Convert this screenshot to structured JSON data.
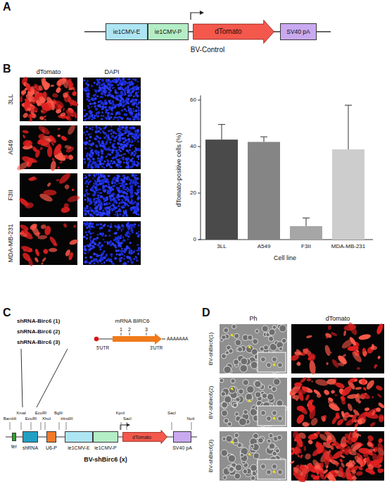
{
  "diagram": {
    "nodes": [
      {
        "text": [
          "ie1CMV-E"
        ]
      },
      {
        "text": [
          "ie1CMV-P"
        ]
      },
      {
        "text": [
          "dTomato"
        ]
      },
      {
        "text": [
          "SV40 pA"
        ]
      },
      {
        "text": [
          "ter"
        ]
      },
      {
        "text": [
          "shRNA"
        ]
      },
      {
        "text": [
          "U6-P"
        ]
      },
      {
        "text": [
          "ie1CMV-E"
        ]
      },
      {
        "text": [
          "ie1CMV-P"
        ]
      },
      {
        "text": [
          "dTomato"
        ]
      },
      {
        "text": [
          "SV40 pA"
        ]
      }
    ],
    "labels": [
      "A",
      "BV-Control",
      "B",
      "dTomato",
      "DAPI",
      "3LL",
      "A549",
      "F3II",
      "MDA-MB-231",
      "dTomato-positive cells (%)",
      "0",
      "20",
      "40",
      "60",
      "3LL",
      "A549",
      "F3II",
      "MDA-MB-231",
      "Cell line",
      "C",
      "shRNA-Birc6 (1)",
      "shRNA-Birc6 (2)",
      "shRNA-Birc6 (3)",
      "mRNA BIRC6",
      "1",
      "2",
      "3",
      "5'UTR",
      "3'UTR",
      "AAAAAAA",
      "BamHI",
      "XmaI",
      "EcoRI",
      "EcoRI",
      "XhoI",
      "BglII",
      "HindIII",
      "KpnI",
      "SacI",
      "SacI",
      "NotI",
      "BV-shBirc6 (x)",
      "D",
      "Ph",
      "dTomato",
      "BV-shBirc6(1)",
      "BV-shBirc6(2)",
      "BV-shBirc6(3)"
    ]
  }
}
